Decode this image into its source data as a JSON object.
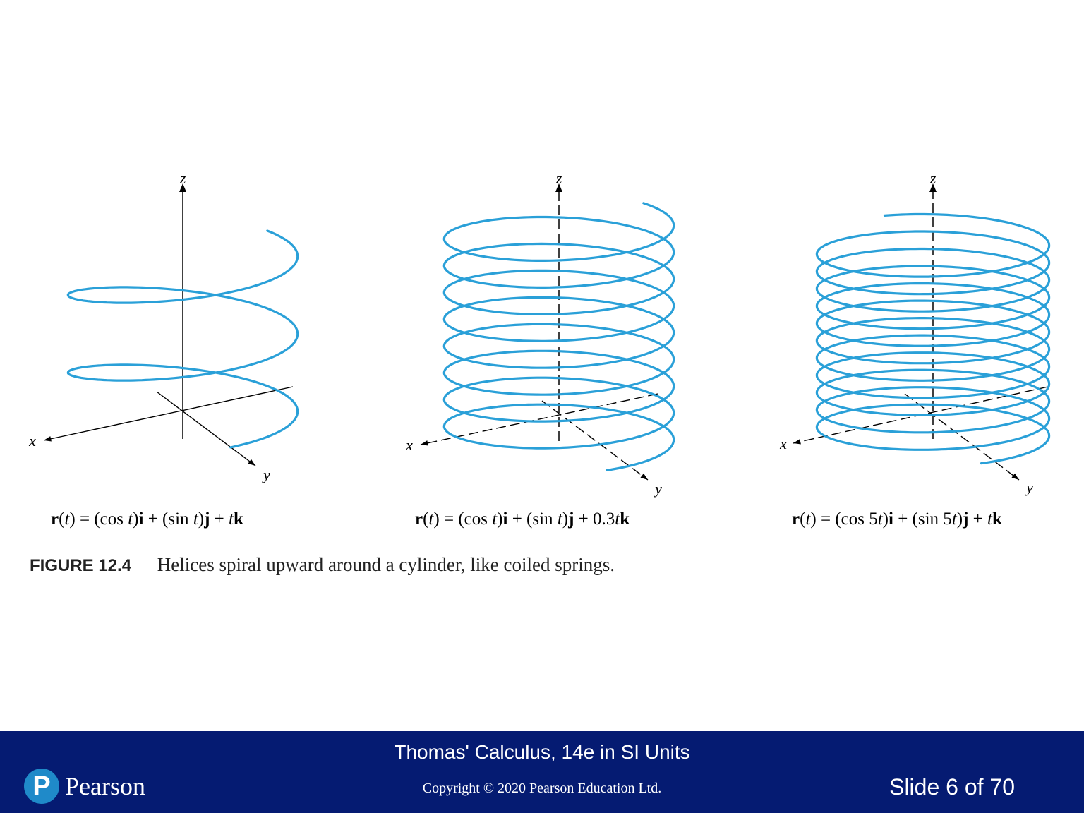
{
  "figure": {
    "panels": [
      {
        "axes": {
          "x": "x",
          "y": "y",
          "z": "z"
        },
        "equation": {
          "prefix": "r",
          "t1": "t",
          "part1": ") = (cos ",
          "t2": "t",
          "part2": ")",
          "i": "i",
          "part3": " + (sin ",
          "t3": "t",
          "part4": ")",
          "j": "j",
          "part5": " + ",
          "t4": "t",
          "k": "k"
        },
        "turns": 2.3
      },
      {
        "axes": {
          "x": "x",
          "y": "y",
          "z": "z"
        },
        "equation": {
          "prefix": "r",
          "t1": "t",
          "part1": ") = (cos ",
          "t2": "t",
          "part2": ")",
          "i": "i",
          "part3": " + (sin ",
          "t3": "t",
          "part4": ")",
          "j": "j",
          "part5": " + 0.3",
          "t4": "t",
          "k": "k"
        },
        "turns": 8.3
      },
      {
        "axes": {
          "x": "x",
          "y": "y",
          "z": "z"
        },
        "equation": {
          "prefix": "r",
          "t1": "t",
          "part1": ") = (cos 5",
          "t2": "t",
          "part2": ")",
          "i": "i",
          "part3": " + (sin 5",
          "t3": "t",
          "part4": ")",
          "j": "j",
          "part5": " + ",
          "t4": "t",
          "k": "k"
        },
        "turns": 11.5
      }
    ],
    "curve_color": "#2aa0d8",
    "number": "FIGURE 12.4",
    "caption": "Helices spiral upward around a cylinder, like coiled springs."
  },
  "footer": {
    "title": "Thomas' Calculus, 14e in SI Units",
    "copyright": "Copyright © 2020 Pearson Education Ltd.",
    "slide_counter": "Slide 6 of 70",
    "logo": {
      "icon_letter": "P",
      "wordmark": "Pearson"
    },
    "background_color": "#051b72"
  }
}
